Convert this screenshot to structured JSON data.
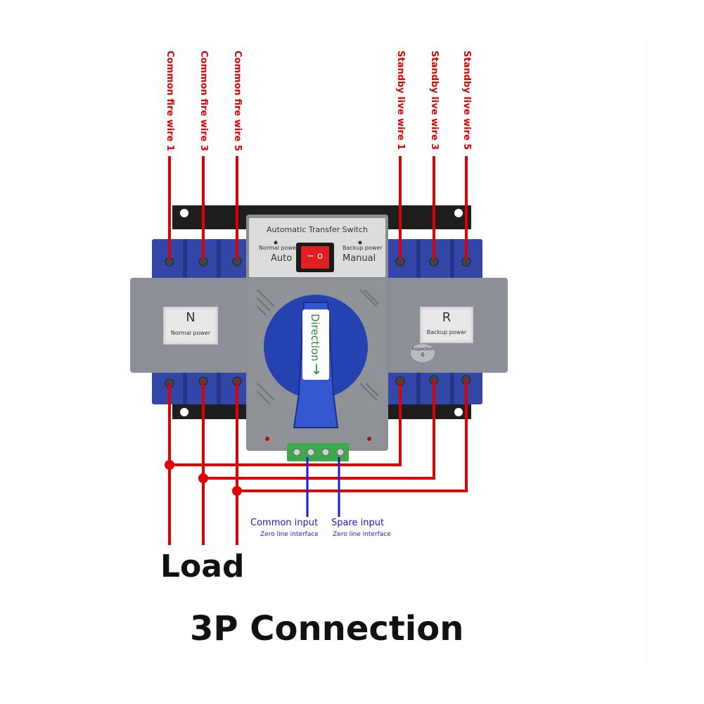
{
  "top_labels": {
    "common_fire_1": "Common fire wire 1",
    "common_fire_3": "Common fire wire 3",
    "common_fire_5": "Common fire wire 5",
    "standby_live_1": "Standby live wire 1",
    "standby_live_3": "Standby live wire 3",
    "standby_live_5": "Standby live wire 5"
  },
  "switch": {
    "title": "Automatic Transfer Switch",
    "normal_power_small": "Normal power",
    "backup_power_small": "Backup power",
    "auto": "Auto",
    "manual": "Manual",
    "rocker": "− o",
    "handle_text": "Direction",
    "inspection_line1": "Inspection",
    "inspection_line2": "6"
  },
  "plates": {
    "left_letter": "N",
    "left_text": "Normal power",
    "right_letter": "R",
    "right_text": "Backup power"
  },
  "bottom_labels": {
    "common_input": "Common input",
    "common_input_sub": "Zero line interface",
    "spare_input": "Spare input",
    "spare_input_sub": "Zero line interface"
  },
  "load": "Load",
  "caption": "3P Connection",
  "colors": {
    "wire_red": "#e00000",
    "wire_blue": "#1a1ad0",
    "housing_grey": "#8c9096",
    "terminal_blue": "#3347a8",
    "handle_blue": "#2442b0"
  }
}
